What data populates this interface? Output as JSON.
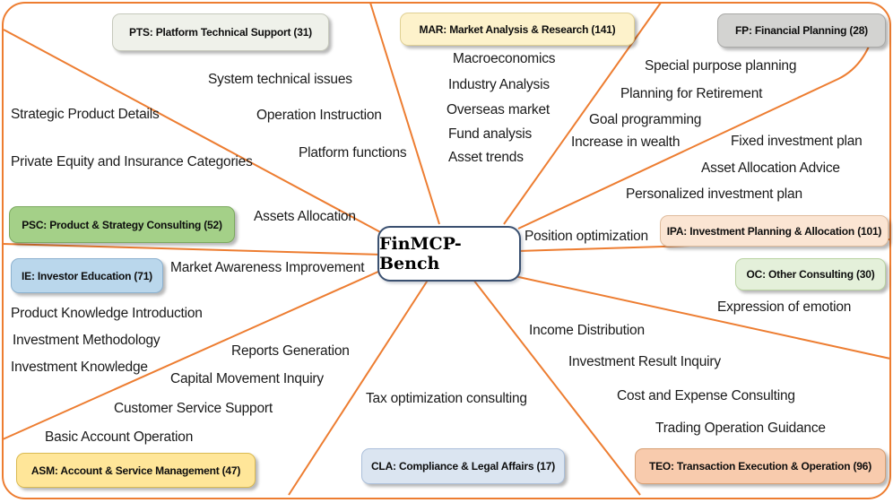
{
  "title": "FinMCP-Bench",
  "theme": {
    "line_color": "#ED7D31",
    "border_color": "#ED7D31",
    "center_border_color": "#3A5070",
    "center_fill": "#FFFFFF"
  },
  "categories": [
    {
      "code": "PTS",
      "label": "PTS: Platform Technical Support (31)",
      "count": 31,
      "fill": "#EFF1EA",
      "border": "#C6C9BC",
      "leaves": [
        "System technical issues",
        "Operation Instruction",
        "Platform functions"
      ]
    },
    {
      "code": "MAR",
      "label": "MAR: Market Analysis & Research (141)",
      "count": 141,
      "fill": "#FDF2CB",
      "border": "#E0D093",
      "leaves": [
        "Macroeconomics",
        "Industry Analysis",
        "Overseas market",
        "Fund analysis",
        "Asset trends"
      ]
    },
    {
      "code": "FP",
      "label": "FP: Financial Planning (28)",
      "count": 28,
      "fill": "#D3D3D1",
      "border": "#A9A9A7",
      "leaves": [
        "Special purpose planning",
        "Planning for Retirement",
        "Goal programming",
        "Increase in wealth"
      ]
    },
    {
      "code": "IPA",
      "label": "IPA: Investment Planning & Allocation (101)",
      "count": 101,
      "fill": "#FBE5D3",
      "border": "#DFBC9D",
      "leaves": [
        "Fixed investment plan",
        "Asset Allocation Advice",
        "Personalized investment plan",
        "Position optimization"
      ]
    },
    {
      "code": "OC",
      "label": "OC: Other Consulting (30)",
      "count": 30,
      "fill": "#E4F0DA",
      "border": "#B9D2A1",
      "leaves": [
        "Expression of emotion"
      ]
    },
    {
      "code": "TEO",
      "label": "TEO: Transaction Execution & Operation (96)",
      "count": 96,
      "fill": "#F8CBAD",
      "border": "#D79F73",
      "leaves": [
        "Income Distribution",
        "Investment Result Inquiry",
        "Cost and Expense Consulting",
        "Trading Operation Guidance"
      ]
    },
    {
      "code": "CLA",
      "label": "CLA: Compliance & Legal Affairs (17)",
      "count": 17,
      "fill": "#DBE5F1",
      "border": "#ABBFDA",
      "leaves": [
        "Tax optimization consulting"
      ]
    },
    {
      "code": "ASM",
      "label": "ASM: Account & Service Management (47)",
      "count": 47,
      "fill": "#FFE699",
      "border": "#DABA52",
      "leaves": [
        "Reports Generation",
        "Capital Movement Inquiry",
        "Customer Service Support",
        "Basic Account Operation"
      ]
    },
    {
      "code": "IE",
      "label": "IE: Investor Education (71)",
      "count": 71,
      "fill": "#BAD7EC",
      "border": "#8CB1CF",
      "leaves": [
        "Market Awareness Improvement",
        "Product Knowledge Introduction",
        "Investment Methodology",
        "Investment Knowledge"
      ]
    },
    {
      "code": "PSC",
      "label": "PSC: Product & Strategy Consulting (52)",
      "count": 52,
      "fill": "#A4D088",
      "border": "#7CA95F",
      "leaves": [
        "Strategic Product Details",
        "Private Equity and Insurance Categories",
        "Assets Allocation"
      ]
    }
  ]
}
